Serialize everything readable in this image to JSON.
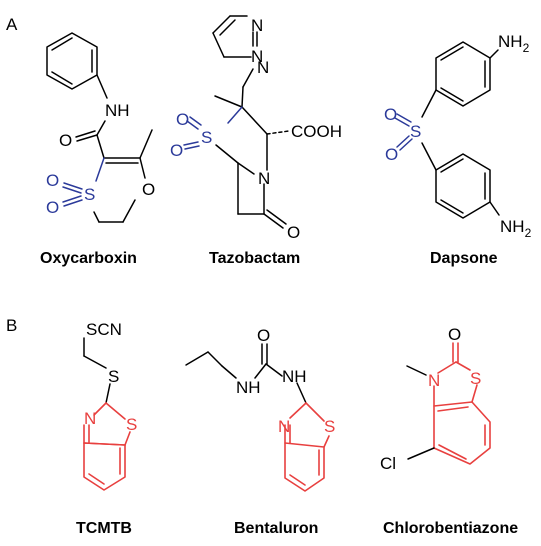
{
  "panels": {
    "a": "A",
    "b": "B"
  },
  "colors": {
    "ink": "#000000",
    "sulfone_highlight": "#2b3a9a",
    "benzothiazole_highlight": "#e8403f"
  },
  "compounds": [
    {
      "name": "Oxycarboxin",
      "labels": {
        "nh": "NH",
        "o1": "O",
        "o2": "O",
        "o3": "O",
        "s": "S",
        "o4": "O"
      }
    },
    {
      "name": "Tazobactam",
      "labels": {
        "n1": "N",
        "n2": "N",
        "n3": "N",
        "o1": "O",
        "o2": "O",
        "s": "S",
        "cooh": "COOH",
        "n4": "N",
        "o3": "O"
      }
    },
    {
      "name": "Dapsone",
      "labels": {
        "nh2a": "NH",
        "nh2b": "NH",
        "sub": "2",
        "o1": "O",
        "o2": "O",
        "s": "S"
      }
    },
    {
      "name": "TCMTB",
      "labels": {
        "scn": "SCN",
        "s1": "S",
        "n": "N",
        "s2": "S"
      }
    },
    {
      "name": "Bentaluron",
      "labels": {
        "o": "O",
        "nh1": "NH",
        "nh2": "NH",
        "n": "N",
        "s": "S"
      }
    },
    {
      "name": "Chlorobentiazone",
      "labels": {
        "o": "O",
        "n": "N",
        "s": "S",
        "cl": "Cl"
      }
    }
  ]
}
